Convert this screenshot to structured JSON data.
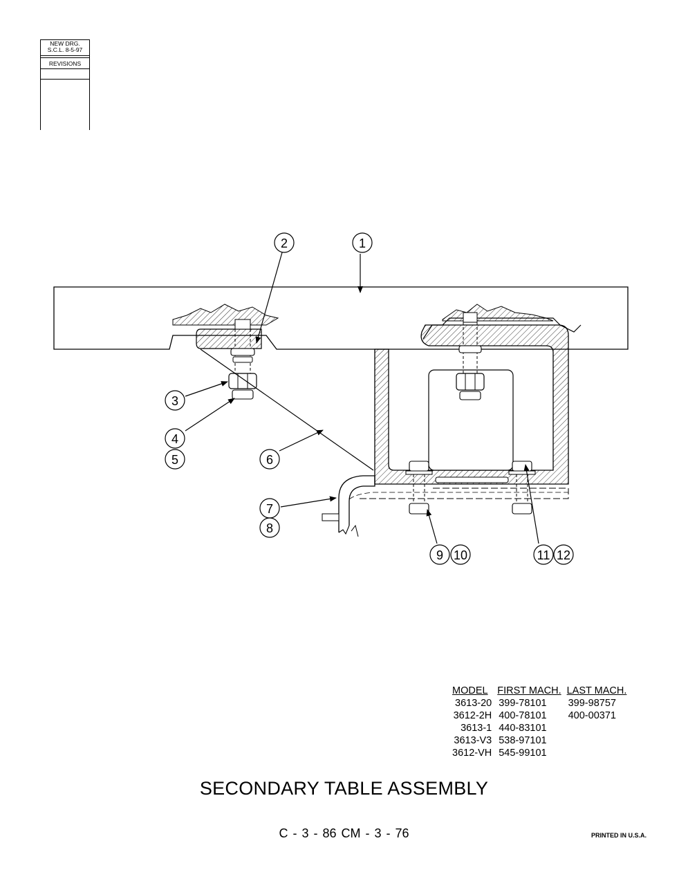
{
  "revision_box": {
    "line1": "NEW DRG.",
    "line2": "S.C.L.  8-5-97",
    "label": "REVISIONS"
  },
  "callouts": [
    "1",
    "2",
    "3",
    "4",
    "5",
    "6",
    "7",
    "8",
    "9",
    "10",
    "11",
    "12"
  ],
  "model_table": {
    "headers": [
      "MODEL",
      "FIRST MACH.",
      "LAST MACH."
    ],
    "rows": [
      {
        "model": "3613-20",
        "first": "399-78101",
        "last": "399-98757"
      },
      {
        "model": "3612-2H",
        "first": "400-78101",
        "last": "400-00371"
      },
      {
        "model": "3613-1",
        "first": "440-83101",
        "last": ""
      },
      {
        "model": "3613-V3",
        "first": "538-97101",
        "last": ""
      },
      {
        "model": "3612-VH",
        "first": "545-99101",
        "last": ""
      }
    ]
  },
  "title": "SECONDARY TABLE ASSEMBLY",
  "page_ref": "C - 3 - 86    CM - 3 - 76",
  "printed": "PRINTED IN U.S.A."
}
